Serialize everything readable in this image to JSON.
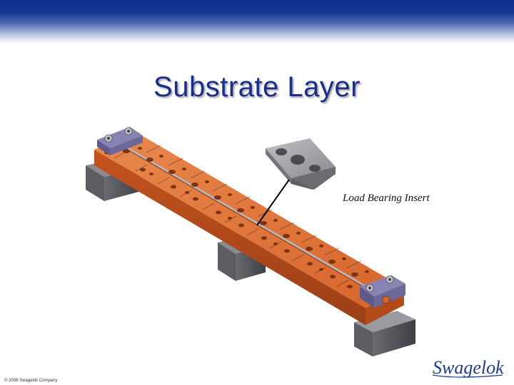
{
  "slide": {
    "title": "Substrate Layer",
    "callout_label": "Load Bearing Insert",
    "copyright": "© 2006 Swagelok Company",
    "logo_text": "Swagelok"
  },
  "colors": {
    "header_blue": "#0f2f8c",
    "title_blue": "#1a2f8a",
    "substrate_orange": "#d9642a",
    "support_gray": "#58595e",
    "end_cap_purple": "#7b78a8",
    "logo_blue": "#1f3c96"
  }
}
